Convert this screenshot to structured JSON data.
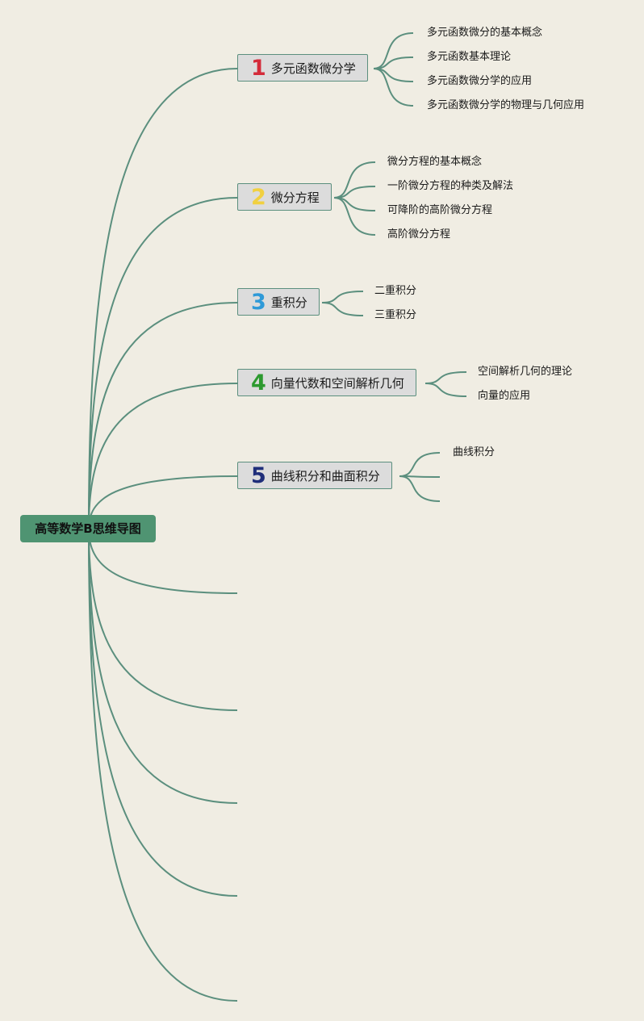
{
  "colors": {
    "background": "#f0ede3",
    "link": "#5b8f7e",
    "root_fill": "#4f9472",
    "topic_fill": "#dcdcdc"
  },
  "root": {
    "label": "高等数学B思维导图"
  },
  "topics": [
    {
      "num": "1",
      "num_color": "#d42b3a",
      "label": "多元函数微分学",
      "children": [
        "多元函数微分的基本概念",
        "多元函数基本理论",
        "多元函数微分学的应用",
        "多元函数微分学的物理与几何应用"
      ]
    },
    {
      "num": "2",
      "num_color": "#f1d040",
      "label": "微分方程",
      "children": [
        "微分方程的基本概念",
        "一阶微分方程的种类及解法",
        "可降阶的高阶微分方程",
        "高阶微分方程"
      ]
    },
    {
      "num": "3",
      "num_color": "#2f9ad8",
      "label": "重积分",
      "children": [
        "二重积分",
        "三重积分"
      ]
    },
    {
      "num": "4",
      "num_color": "#2d9a2f",
      "label": "向量代数和空间解析几何",
      "children": [
        "空间解析几何的理论",
        "向量的应用"
      ]
    },
    {
      "num": "5",
      "num_color": "#1f2e7a",
      "label": "曲线积分和曲面积分",
      "children": [
        "曲线积分",
        "",
        ""
      ]
    }
  ]
}
